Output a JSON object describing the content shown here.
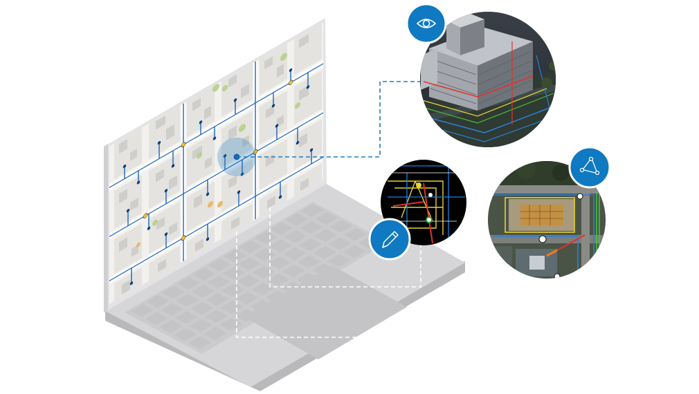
{
  "scene": {
    "background_color": "#ffffff",
    "accent_color": "#0f79c1",
    "laptop_body_color": "#d9d9db",
    "laptop_key_color": "#c4c4c6",
    "map_background_color": "#f2f1ee",
    "connector_color": "#1f7bc0",
    "bubbles": [
      {
        "id": "3d-view",
        "icon": "eye-icon",
        "content": "aerial-3d-buildings"
      },
      {
        "id": "cad-edit",
        "icon": "pencil-icon",
        "content": "cad-drawing"
      },
      {
        "id": "network-trace",
        "icon": "network-icon",
        "content": "satellite-utility-network"
      }
    ]
  }
}
